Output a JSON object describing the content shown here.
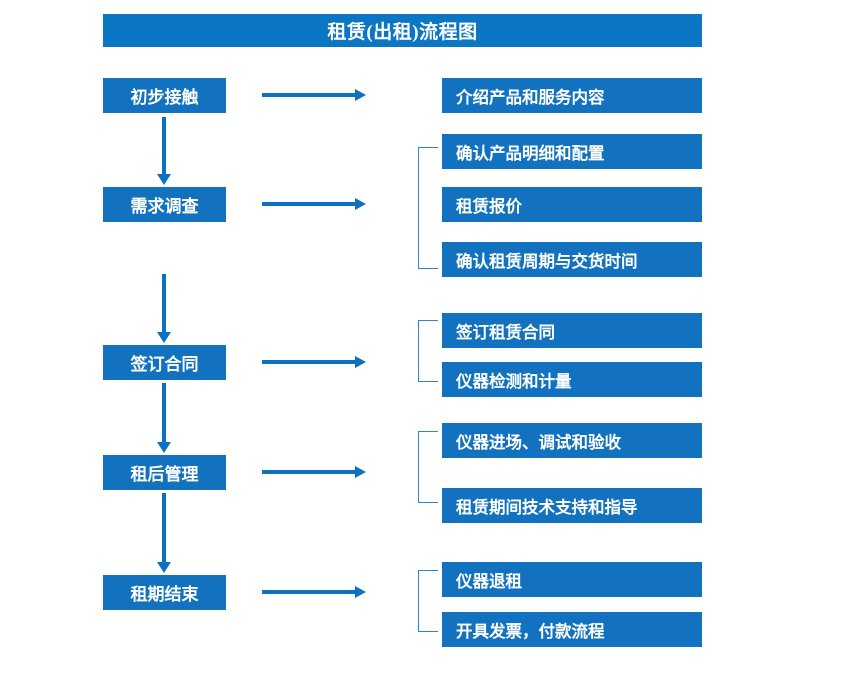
{
  "diagram": {
    "title": "租赁(出租)流程图",
    "colors": {
      "title_bar": "#0B76C4",
      "box": "#1272C0",
      "arrow": "#0C71C0",
      "bracket": "#2E86C8",
      "text": "#FFFFFF",
      "background": "#FFFFFF"
    },
    "stages": [
      {
        "label": "初步接触"
      },
      {
        "label": "需求调查"
      },
      {
        "label": "签订合同"
      },
      {
        "label": "租后管理"
      },
      {
        "label": "租期结束"
      }
    ],
    "details": [
      {
        "label": "介绍产品和服务内容"
      },
      {
        "label": "确认产品明细和配置"
      },
      {
        "label": "租赁报价"
      },
      {
        "label": "确认租赁周期与交货时间"
      },
      {
        "label": "签订租赁合同"
      },
      {
        "label": "仪器检测和计量"
      },
      {
        "label": "仪器进场、调试和验收"
      },
      {
        "label": "租赁期间技术支持和指导"
      },
      {
        "label": "仪器退租"
      },
      {
        "label": "开具发票，付款流程"
      }
    ],
    "groups": [
      {
        "stage": "初步接触",
        "details": [
          "介绍产品和服务内容"
        ]
      },
      {
        "stage": "需求调查",
        "details": [
          "确认产品明细和配置",
          "租赁报价",
          "确认租赁周期与交货时间"
        ]
      },
      {
        "stage": "签订合同",
        "details": [
          "签订租赁合同",
          "仪器检测和计量"
        ]
      },
      {
        "stage": "租后管理",
        "details": [
          "仪器进场、调试和验收",
          "租赁期间技术支持和指导"
        ]
      },
      {
        "stage": "租期结束",
        "details": [
          "仪器退租",
          "开具发票，付款流程"
        ]
      }
    ]
  }
}
